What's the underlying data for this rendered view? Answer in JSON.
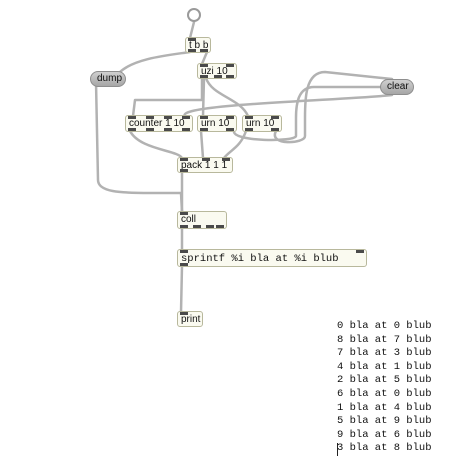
{
  "patcher": {
    "objects": {
      "trigger": "t b b",
      "uzi": "uzi 10",
      "counter": "counter 1 10",
      "urn1": "urn 10",
      "urn2": "urn 10",
      "pack": "pack 1 1 1",
      "coll": "coll",
      "sprintf": "sprintf %i bla at %i blub",
      "print": "print"
    },
    "messages": {
      "dump": "dump",
      "clear": "clear"
    }
  },
  "console": {
    "lines": [
      "0 bla at 0 blub",
      "8 bla at 7 blub",
      "7 bla at 3 blub",
      "4 bla at 1 blub",
      "2 bla at 5 blub",
      "6 bla at 0 blub",
      "1 bla at 4 blub",
      "5 bla at 9 blub",
      "9 bla at 6 blub",
      "3 bla at 8 blub"
    ]
  }
}
